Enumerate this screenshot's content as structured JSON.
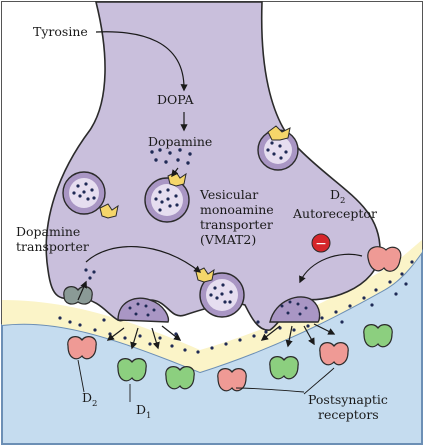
{
  "labels": {
    "tyrosine": "Tyrosine",
    "dopa": "DOPA",
    "dopamine": "Dopamine",
    "vmat_line1": "Vesicular",
    "vmat_line2": "monoamine",
    "vmat_line3": "transporter",
    "vmat_line4": "(VMAT2)",
    "d2_auto_main": "D",
    "d2_auto_sub": "2",
    "autoreceptor": "Autoreceptor",
    "dat_line1": "Dopamine",
    "dat_line2": "transporter",
    "d2_post_main": "D",
    "d2_post_sub": "2",
    "d1_post_main": "D",
    "d1_post_sub": "1",
    "postsyn_line1": "Postsynaptic",
    "postsyn_line2": "receptors",
    "inhibit_symbol": "−"
  },
  "colors": {
    "terminal_fill": "#c9bfdc",
    "terminal_stroke": "#2b2b2b",
    "vesicle_fill": "#a996c4",
    "vesicle_inner": "#e6def0",
    "transmitter_dot": "#1f2a55",
    "cleft": "#fbf4c8",
    "postsynaptic": "#c5dcef",
    "postsynaptic_stroke": "#6c8fb5",
    "receptor_pink": "#ef9a95",
    "receptor_green": "#8ccf7f",
    "transporter_yellow": "#f5d66a",
    "dat_fill": "#8a9a96",
    "inhibit_red": "#d6262b"
  },
  "icons": {
    "vmat": "yellow-transporter-icon",
    "dat": "dopamine-transporter-icon",
    "autoreceptor": "pink-receptor-icon",
    "inhibition": "minus-circle-icon"
  }
}
